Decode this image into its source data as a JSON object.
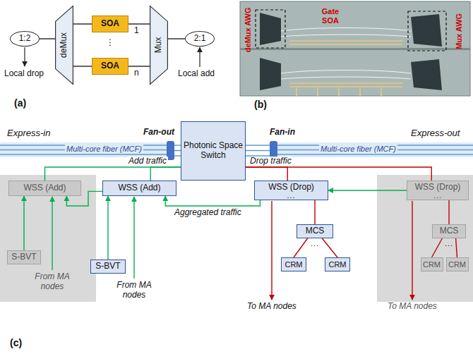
{
  "diagram": {
    "nodes": [
      {
        "text": [
          "1:2"
        ]
      },
      {
        "text": [
          "deMux"
        ]
      },
      {
        "text": [
          "SOA"
        ]
      },
      {
        "text": [
          "SOA"
        ]
      },
      {
        "text": [
          "Mux"
        ]
      },
      {
        "text": [
          "2:1"
        ]
      },
      {
        "text": [
          "Fan-out"
        ]
      },
      {
        "text": [
          "Photonic Space Switch"
        ]
      },
      {
        "text": [
          "Fan-in"
        ]
      },
      {
        "text": [
          "WSS (Add)"
        ]
      },
      {
        "text": [
          "WSS (Add)"
        ]
      },
      {
        "text": [
          "WSS (Drop)",
          "..."
        ]
      },
      {
        "text": [
          "WSS (Drop)",
          "..."
        ]
      },
      {
        "text": [
          "MCS"
        ]
      },
      {
        "text": [
          "MCS"
        ]
      },
      {
        "text": [
          "S-BVT"
        ]
      },
      {
        "text": [
          "S-BVT"
        ]
      },
      {
        "text": [
          "CRM"
        ]
      },
      {
        "text": [
          "CRM"
        ]
      },
      {
        "text": [
          "CRM"
        ]
      },
      {
        "text": [
          "CRM"
        ]
      }
    ],
    "edges": [
      {
        "from": 0,
        "to": 1,
        "arrow": "none"
      },
      {
        "from": 1,
        "to": 2,
        "arrow": "none"
      },
      {
        "from": 1,
        "to": 3,
        "arrow": "none"
      },
      {
        "from": 2,
        "to": 4,
        "arrow": "none"
      },
      {
        "from": 3,
        "to": 4,
        "arrow": "none"
      },
      {
        "from": 4,
        "to": 5,
        "arrow": "none"
      },
      {
        "from": 6,
        "to": 7,
        "arrow": "none"
      },
      {
        "from": 7,
        "to": 8,
        "arrow": "none"
      },
      {
        "from": 10,
        "to": 7,
        "label": "Add traffic",
        "arrow": "none"
      },
      {
        "from": 9,
        "to": 7,
        "arrow": "none"
      },
      {
        "from": 7,
        "to": 11,
        "label": "Drop traffic",
        "arrow": "none"
      },
      {
        "from": 7,
        "to": 12,
        "arrow": "none"
      },
      {
        "from": 11,
        "to": 10,
        "label": "Aggregated traffic",
        "arrow": "to"
      },
      {
        "from": 10,
        "to": 9,
        "arrow": "to"
      },
      {
        "from": 12,
        "to": 11,
        "arrow": "to"
      },
      {
        "from": 15,
        "to": 9,
        "arrow": "to"
      },
      {
        "from": 16,
        "to": 10,
        "arrow": "to"
      },
      {
        "from": 11,
        "to": 13,
        "arrow": "none"
      },
      {
        "from": 13,
        "to": 17,
        "arrow": "none"
      },
      {
        "from": 13,
        "to": 18,
        "arrow": "none"
      },
      {
        "from": 12,
        "to": 14,
        "arrow": "none"
      },
      {
        "from": 14,
        "to": 19,
        "arrow": "none"
      },
      {
        "from": 14,
        "to": 20,
        "arrow": "none"
      }
    ],
    "labels": [
      "1",
      "⋮",
      "n",
      "Local drop",
      "Local add",
      "(a)",
      "deMux AWG",
      "Gate SOA",
      "Mux AWG",
      "(b)",
      "Express-in",
      "Multi-core fiber (MCF)",
      "Express-out",
      "Multi-core fiber (MCF)",
      "From MA nodes",
      "From MA nodes",
      "...",
      "...",
      "To MA nodes",
      "To MA nodes",
      "(c)"
    ]
  }
}
